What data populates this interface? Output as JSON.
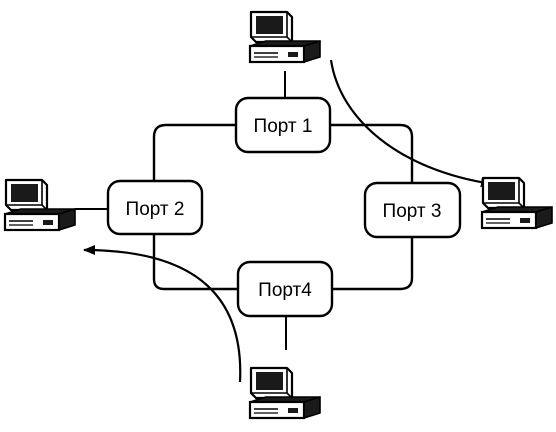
{
  "diagram": {
    "ports": [
      {
        "id": "port-1",
        "label": "Порт 1"
      },
      {
        "id": "port-2",
        "label": "Порт 2"
      },
      {
        "id": "port-3",
        "label": "Порт 3"
      },
      {
        "id": "port-4",
        "label": "Порт4"
      }
    ],
    "computers": [
      {
        "id": "computer-top",
        "attached_to": "port-1",
        "icon": "computer-icon"
      },
      {
        "id": "computer-left",
        "attached_to": "port-2",
        "icon": "computer-icon"
      },
      {
        "id": "computer-right",
        "attached_to": null,
        "icon": "computer-icon"
      },
      {
        "id": "computer-bottom",
        "attached_to": "port-4",
        "icon": "computer-icon"
      }
    ],
    "flows": [
      {
        "from": "computer-top",
        "to": "computer-right"
      },
      {
        "from": "computer-bottom",
        "to": "computer-left"
      }
    ],
    "colors": {
      "line": "#000000",
      "background": "#ffffff",
      "device_screen": "#1a1a1a"
    }
  }
}
